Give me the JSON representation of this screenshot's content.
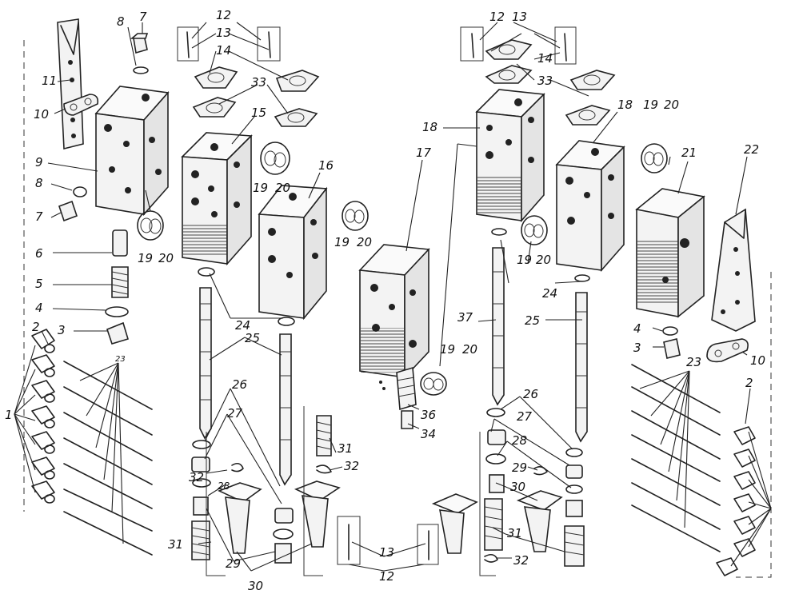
{
  "labels": {
    "l1": "1",
    "l2": "2",
    "l3": "3",
    "l4": "4",
    "l5": "5",
    "l6": "6",
    "l7": "7",
    "l8": "8",
    "l9": "9",
    "l10": "10",
    "l11": "11",
    "l12": "12",
    "l13": "13",
    "l14": "14",
    "l15": "15",
    "l16": "16",
    "l17": "17",
    "l18": "18",
    "l19": "19",
    "l20": "20",
    "l21": "21",
    "l22": "22",
    "l23": "23",
    "l24": "24",
    "l25": "25",
    "l26": "26",
    "l27": "27",
    "l28": "28",
    "l29": "29",
    "l30": "30",
    "l31": "31",
    "l32": "32",
    "l33": "33",
    "l34": "34",
    "l36": "36",
    "l37": "37"
  }
}
